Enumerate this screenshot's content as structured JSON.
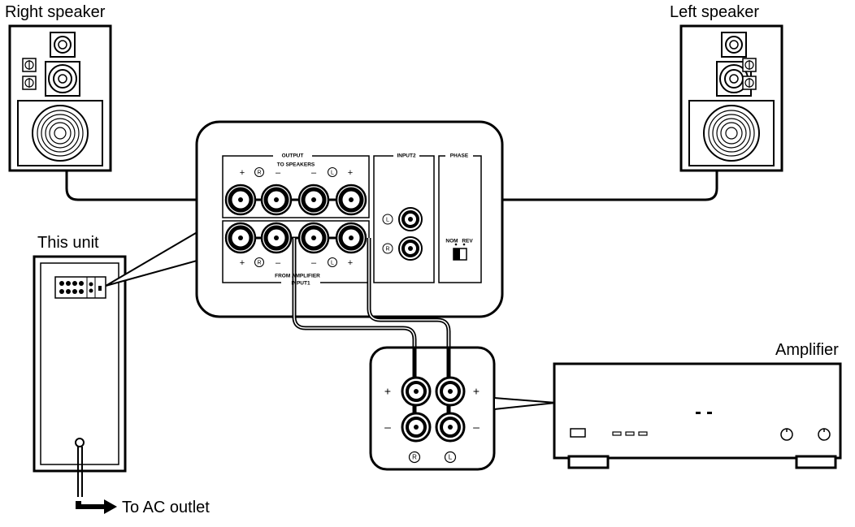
{
  "labels": {
    "right_speaker": "Right speaker",
    "left_speaker": "Left speaker",
    "this_unit": "This unit",
    "amplifier": "Amplifier",
    "ac_outlet": "To AC outlet"
  },
  "panel": {
    "output": "OUTPUT",
    "to_speakers": "TO SPEAKERS",
    "input2": "INPUT2",
    "phase": "PHASE",
    "from_amplifier": "FROM AMPLIFIER",
    "input1": "INPUT1",
    "nom": "NOM",
    "rev": "REV",
    "plus": "+",
    "minus": "–",
    "ch_r": "R",
    "ch_l": "L"
  },
  "amp_terminals": {
    "plus": "+",
    "minus": "–",
    "ch_r": "R",
    "ch_l": "L"
  }
}
